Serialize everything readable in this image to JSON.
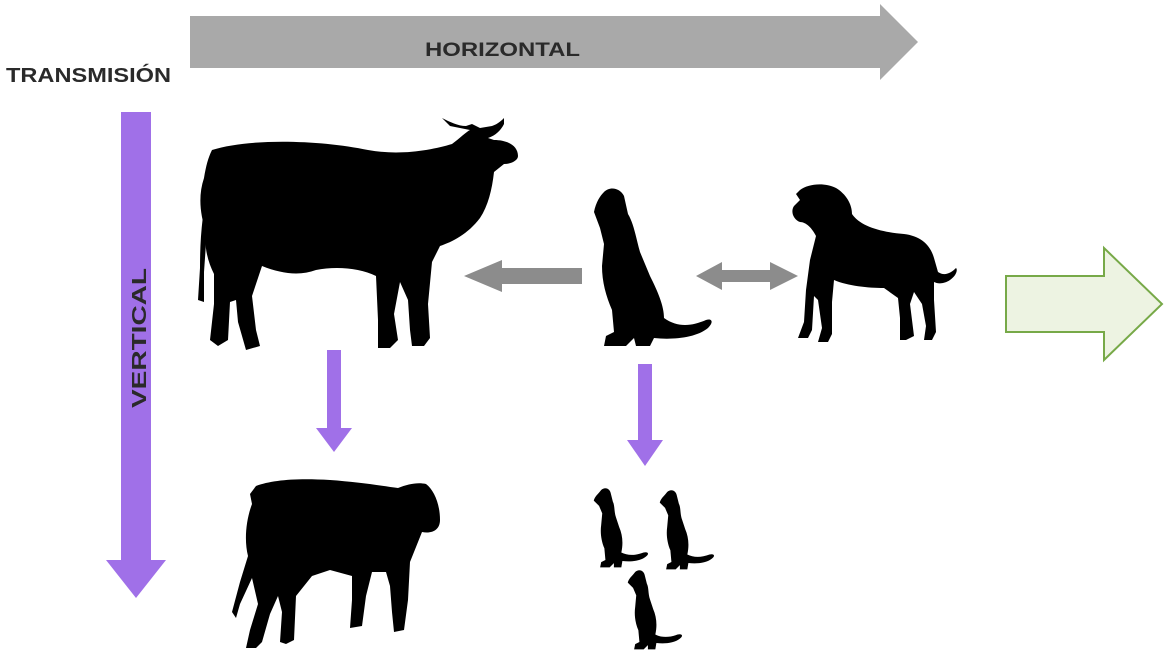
{
  "labels": {
    "transmission": "TRANSMISIÓN",
    "horizontal": "HORIZONTAL",
    "vertical": "VERTICAL"
  },
  "colors": {
    "horizontal_arrow": "#a9a9a9",
    "vertical_arrow": "#a070e8",
    "exchange_arrow": "#8c8c8c",
    "next_arrow_fill": "#edf3e2",
    "next_arrow_stroke": "#77a948",
    "silhouette": "#000000",
    "label_text": "#2a2a2a"
  },
  "icons": {
    "cow": "cow-icon",
    "calf": "calf-icon",
    "sitting_dog": "sitting-dog-icon",
    "standing_dog": "standing-dog-icon",
    "puppy": "puppy-icon"
  }
}
